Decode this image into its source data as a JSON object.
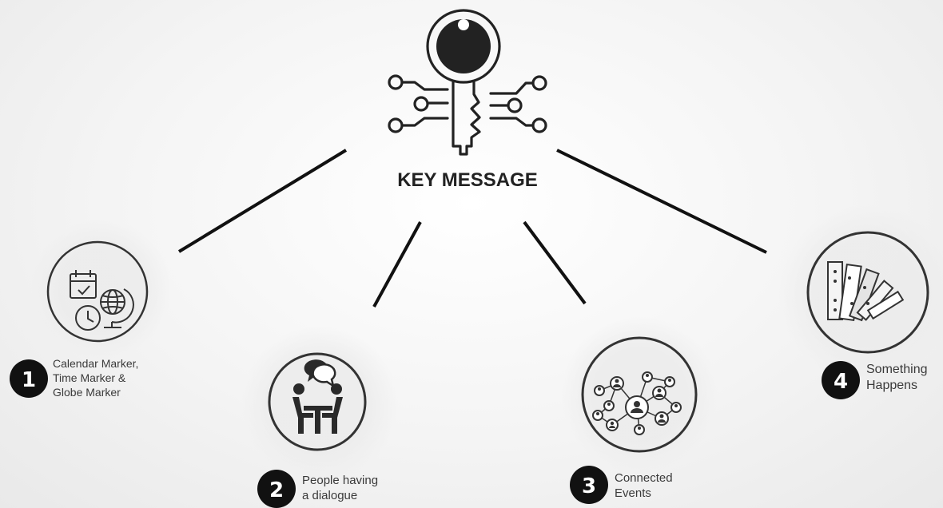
{
  "center": {
    "title": "KEY MESSAGE",
    "icon": "key-circuit-icon"
  },
  "items": [
    {
      "number": "1",
      "label": "Calendar Marker,\nTime Marker &\nGlobe Marker",
      "icon": "calendar-clock-globe-icon"
    },
    {
      "number": "2",
      "label": "People having\na  dialogue",
      "icon": "people-dialogue-icon"
    },
    {
      "number": "3",
      "label": "Connected\nEvents",
      "icon": "network-people-icon"
    },
    {
      "number": "4",
      "label": "Something\nHappens",
      "icon": "dominoes-icon"
    }
  ],
  "colors": {
    "ink": "#222222",
    "line": "#111111",
    "badge": "#111111",
    "halo": "#ececec"
  }
}
